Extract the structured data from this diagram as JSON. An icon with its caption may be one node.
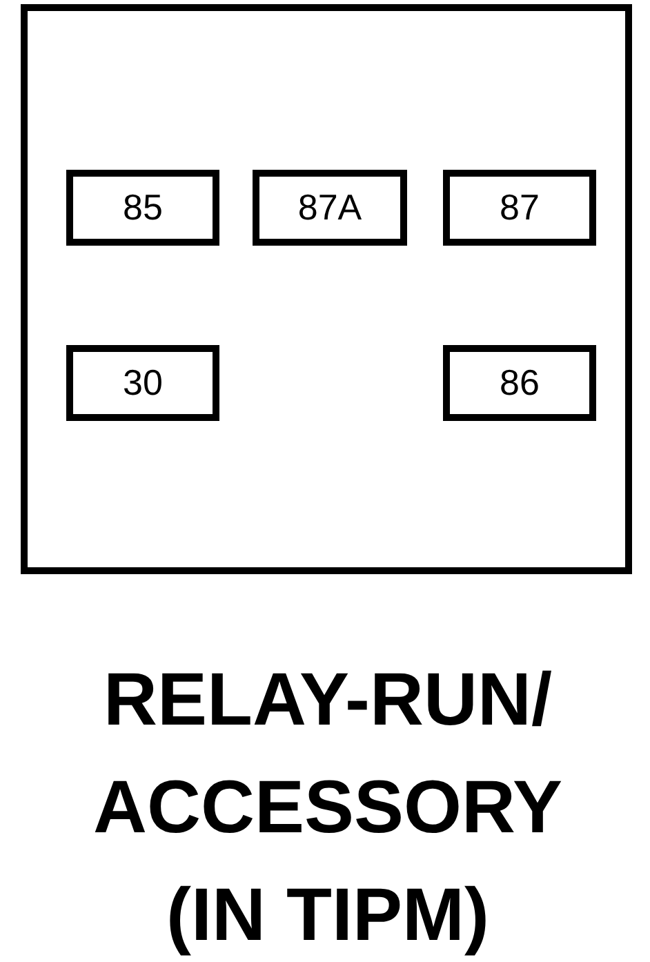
{
  "diagram": {
    "caption": "RELAY-RUN/ ACCESSORY (IN TIPM)",
    "nodes": [
      {
        "text": [],
        "shape": "box"
      },
      {
        "text": [
          "85"
        ],
        "in": 0
      },
      {
        "text": [
          "87A"
        ],
        "in": 0
      },
      {
        "text": [
          "87"
        ],
        "in": 0
      },
      {
        "text": [
          "30"
        ],
        "in": 0
      },
      {
        "text": [
          "86"
        ],
        "in": 0
      }
    ],
    "edges": []
  }
}
